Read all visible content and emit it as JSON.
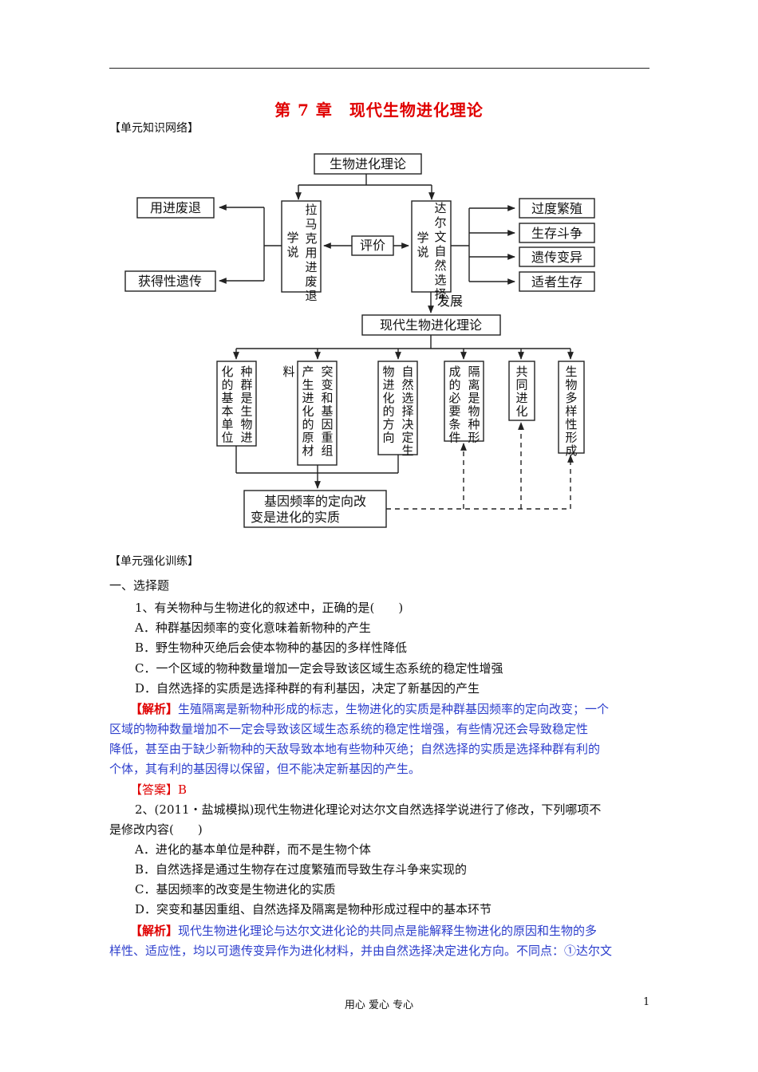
{
  "header": {
    "title": "第 7 章　现代生物进化理论"
  },
  "sections": {
    "network": "【单元知识网络】",
    "training": "【单元强化训练】",
    "part1": "一、选择题"
  },
  "diagram": {
    "root": "生物进化理论",
    "lamarck": [
      "拉",
      "马",
      "克",
      "用",
      "进",
      "废",
      "退",
      "学",
      "说"
    ],
    "darwin": [
      "达",
      "尔",
      "文",
      "自",
      "然",
      "选",
      "择",
      "学",
      "说"
    ],
    "evaluate": "评价",
    "develop": "发展",
    "left_items": [
      "用进废退",
      "获得性遗传"
    ],
    "right_items": [
      "过度繁殖",
      "生存斗争",
      "遗传变异",
      "适者生存"
    ],
    "modern": "现代生物进化理论",
    "branches": [
      "种群是生物进化的基本单位",
      "突变和基因重组产生进化的原材料",
      "自然选择决定生物进化的方向",
      "隔离是物种形成的必要条件",
      "共同进化",
      "生物多样性形成"
    ],
    "essence_line1": "基因频率的定向改",
    "essence_line2": "变是进化的实质"
  },
  "questions": [
    {
      "stem": "1、有关物种与生物进化的叙述中，正确的是(　　)",
      "options": [
        "A．种群基因频率的变化意味着新物种的产生",
        "B．野生物种灭绝后会使本物种的基因的多样性降低",
        "C．一个区域的物种数量增加一定会导致该区域生态系统的稳定性增强",
        "D．自然选择的实质是选择种群的有利基因，决定了新基因的产生"
      ],
      "analysis_tag": "【解析】",
      "analysis_lines": [
        "生殖隔离是新物种形成的标志，生物进化的实质是种群基因频率的定向改变；一个",
        "区域的物种数量增加不一定会导致该区域生态系统的稳定性增强，有些情况还会导致稳定性",
        "降低，甚至由于缺少新物种的天敌导致本地有些物种灭绝；自然选择的实质是选择种群有利的",
        "个体，其有利的基因得以保留，但不能决定新基因的产生。"
      ],
      "answer_tag": "【答案】",
      "answer": "B"
    },
    {
      "stem_line1": "2、(2011・盐城模拟)现代生物进化理论对达尔文自然选择学说进行了修改，下列哪项不",
      "stem_line2": "是修改内容(　　)",
      "options": [
        "A．进化的基本单位是种群，而不是生物个体",
        "B．自然选择是通过生物存在过度繁殖而导致生存斗争来实现的",
        "C．基因频率的改变是生物进化的实质",
        "D．突变和基因重组、自然选择及隔离是物种形成过程中的基本环节"
      ],
      "analysis_tag": "【解析】",
      "analysis_lines": [
        "现代生物进化理论与达尔文进化论的共同点是能解释生物进化的原因和生物的多",
        "样性、适应性，均以可遗传变异作为进化材料，并由自然选择决定进化方向。不同点：①达尔文"
      ]
    }
  ],
  "footer": {
    "center": "用心 爱心 专心",
    "page": "1"
  }
}
